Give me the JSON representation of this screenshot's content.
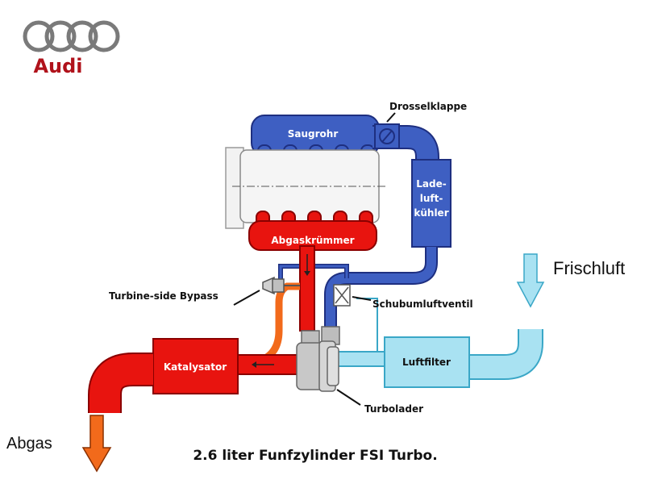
{
  "logo": {
    "brand": "Audi",
    "color": "#b0121b"
  },
  "labels": {
    "saugrohr": "Saugrohr",
    "drosselklappe": "Drosselklappe",
    "ladeluftkuehler": [
      "Lade-",
      "luft-",
      "kühler"
    ],
    "abgaskruemmer": "Abgaskrümmer",
    "turbine_bypass": "Turbine-side Bypass",
    "schubumluftventil": "Schubumluftventil",
    "frischluft": "Frischluft",
    "luftfilter": "Luftfilter",
    "katalysator": "Katalysator",
    "turbolader": "Turbolader",
    "abgas": "Abgas"
  },
  "caption": "2.6 liter Funfzylinder FSI Turbo.",
  "colors": {
    "intake": "#3e5fc2",
    "intake_dark": "#1e2f80",
    "exhaust": "#e8140f",
    "exhaust_dark": "#8a0000",
    "fresh_air": "#a9e2f2",
    "fresh_air_dark": "#3aa7c7",
    "orange": "#f26a1b"
  }
}
